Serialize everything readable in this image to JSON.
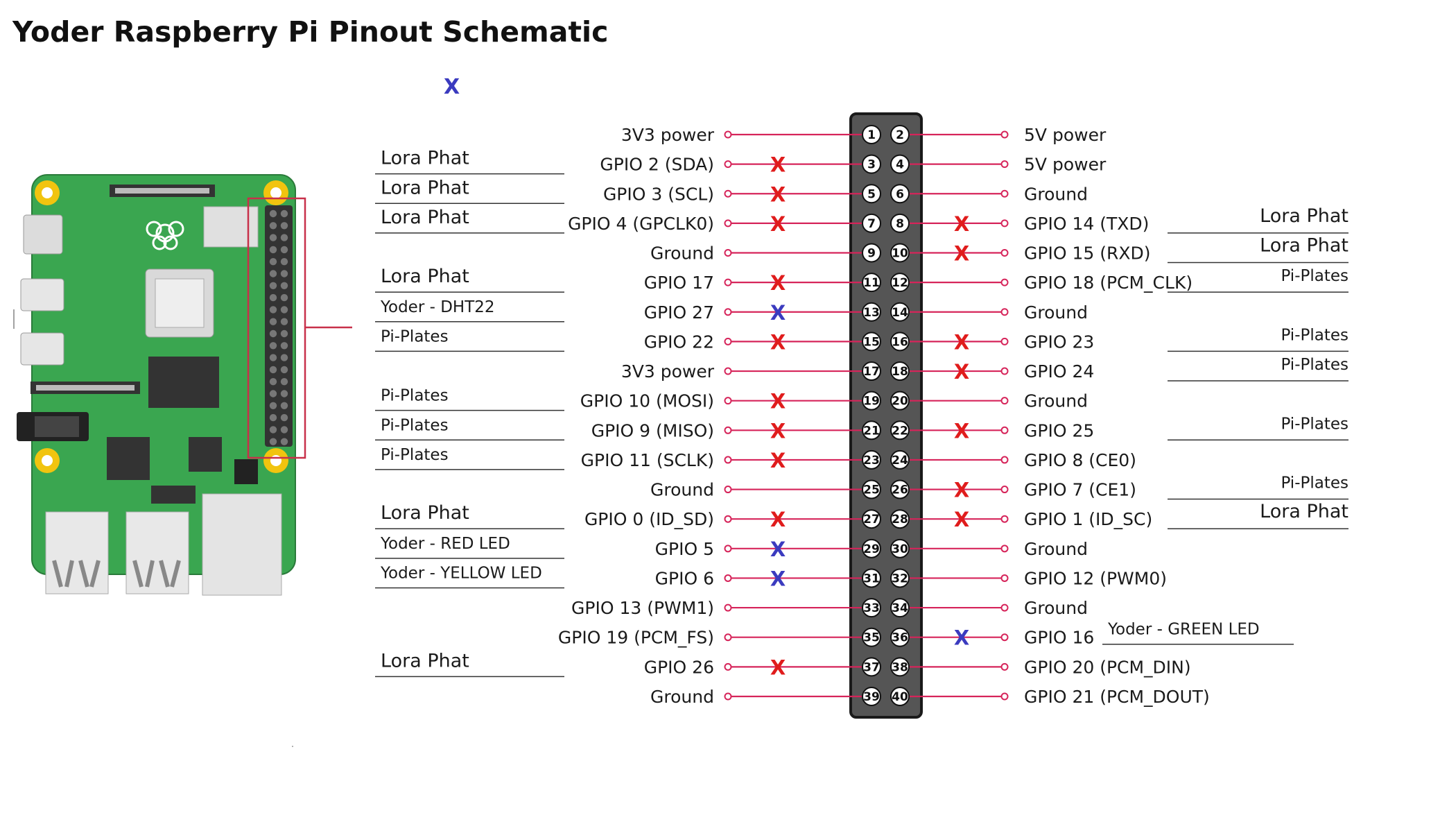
{
  "title": "Yoder Raspberry Pi Pinout Schematic",
  "legend_mark": "X",
  "colors": {
    "line": "#d6245a",
    "used_mark": "#e01c1c",
    "reserved_mark": "#3b3bbf",
    "board_green": "#3aa650",
    "header_body": "#555555"
  },
  "pins_left": [
    {
      "num": "1",
      "label": "3V3 power",
      "mark": ""
    },
    {
      "num": "3",
      "label": "GPIO 2 (SDA)",
      "mark": "red"
    },
    {
      "num": "5",
      "label": "GPIO 3 (SCL)",
      "mark": "red"
    },
    {
      "num": "7",
      "label": "GPIO 4 (GPCLK0)",
      "mark": "red"
    },
    {
      "num": "9",
      "label": "Ground",
      "mark": ""
    },
    {
      "num": "11",
      "label": "GPIO 17",
      "mark": "red"
    },
    {
      "num": "13",
      "label": "GPIO 27",
      "mark": "blue"
    },
    {
      "num": "15",
      "label": "GPIO 22",
      "mark": "red"
    },
    {
      "num": "17",
      "label": "3V3 power",
      "mark": ""
    },
    {
      "num": "19",
      "label": "GPIO 10 (MOSI)",
      "mark": "red"
    },
    {
      "num": "21",
      "label": "GPIO 9 (MISO)",
      "mark": "red"
    },
    {
      "num": "23",
      "label": "GPIO 11 (SCLK)",
      "mark": "red"
    },
    {
      "num": "25",
      "label": "Ground",
      "mark": ""
    },
    {
      "num": "27",
      "label": "GPIO 0 (ID_SD)",
      "mark": "red"
    },
    {
      "num": "29",
      "label": "GPIO 5",
      "mark": "blue"
    },
    {
      "num": "31",
      "label": "GPIO 6",
      "mark": "blue"
    },
    {
      "num": "33",
      "label": "GPIO 13 (PWM1)",
      "mark": ""
    },
    {
      "num": "35",
      "label": "GPIO 19 (PCM_FS)",
      "mark": ""
    },
    {
      "num": "37",
      "label": "GPIO 26",
      "mark": "red"
    },
    {
      "num": "39",
      "label": "Ground",
      "mark": ""
    }
  ],
  "pins_right": [
    {
      "num": "2",
      "label": "5V power",
      "mark": ""
    },
    {
      "num": "4",
      "label": "5V power",
      "mark": ""
    },
    {
      "num": "6",
      "label": "Ground",
      "mark": ""
    },
    {
      "num": "8",
      "label": "GPIO 14 (TXD)",
      "mark": "red"
    },
    {
      "num": "10",
      "label": "GPIO 15 (RXD)",
      "mark": "red"
    },
    {
      "num": "12",
      "label": "GPIO 18 (PCM_CLK)",
      "mark": ""
    },
    {
      "num": "14",
      "label": "Ground",
      "mark": ""
    },
    {
      "num": "16",
      "label": "GPIO 23",
      "mark": "red"
    },
    {
      "num": "18",
      "label": "GPIO 24",
      "mark": "red"
    },
    {
      "num": "20",
      "label": "Ground",
      "mark": ""
    },
    {
      "num": "22",
      "label": "GPIO 25",
      "mark": "red"
    },
    {
      "num": "24",
      "label": "GPIO 8 (CE0)",
      "mark": ""
    },
    {
      "num": "26",
      "label": "GPIO 7 (CE1)",
      "mark": "red"
    },
    {
      "num": "28",
      "label": "GPIO 1 (ID_SC)",
      "mark": "red"
    },
    {
      "num": "30",
      "label": "Ground",
      "mark": ""
    },
    {
      "num": "32",
      "label": "GPIO 12 (PWM0)",
      "mark": ""
    },
    {
      "num": "34",
      "label": "Ground",
      "mark": ""
    },
    {
      "num": "36",
      "label": "GPIO 16",
      "mark": "blue"
    },
    {
      "num": "38",
      "label": "GPIO 20 (PCM_DIN)",
      "mark": ""
    },
    {
      "num": "40",
      "label": "GPIO 21 (PCM_DOUT)",
      "mark": ""
    }
  ],
  "devices_left": [
    {
      "row": 2,
      "text": "Lora Phat"
    },
    {
      "row": 3,
      "text": "Lora Phat"
    },
    {
      "row": 4,
      "text": "Lora Phat"
    },
    {
      "row": 6,
      "text": "Lora Phat"
    },
    {
      "row": 7,
      "text": "Yoder - DHT22"
    },
    {
      "row": 8,
      "text": "Pi-Plates"
    },
    {
      "row": 10,
      "text": "Pi-Plates"
    },
    {
      "row": 11,
      "text": "Pi-Plates"
    },
    {
      "row": 12,
      "text": "Pi-Plates"
    },
    {
      "row": 14,
      "text": "Lora Phat"
    },
    {
      "row": 15,
      "text": "Yoder - RED LED"
    },
    {
      "row": 16,
      "text": "Yoder - YELLOW LED"
    },
    {
      "row": 19,
      "text": "Lora Phat"
    }
  ],
  "devices_right": [
    {
      "row": 4,
      "text": "Lora Phat"
    },
    {
      "row": 5,
      "text": "Lora Phat"
    },
    {
      "row": 6,
      "text": "Pi-Plates"
    },
    {
      "row": 8,
      "text": "Pi-Plates"
    },
    {
      "row": 9,
      "text": "Pi-Plates"
    },
    {
      "row": 11,
      "text": "Pi-Plates"
    },
    {
      "row": 13,
      "text": "Pi-Plates"
    },
    {
      "row": 14,
      "text": "Lora Phat"
    },
    {
      "row": 18,
      "text": "Yoder - GREEN LED"
    }
  ]
}
